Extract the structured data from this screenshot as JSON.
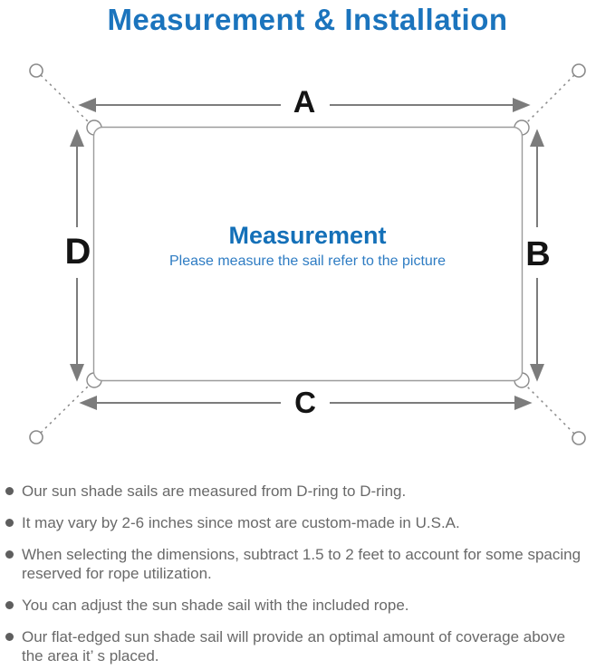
{
  "title": "Measurement & Installation",
  "colors": {
    "title_blue": "#1b74bd",
    "heading_blue": "#1470b8",
    "subtitle_blue": "#2e7cc3",
    "body_text_gray": "#696969",
    "arrow_gray": "#7c7c7c",
    "outline_gray": "#9b9b9b"
  },
  "diagram": {
    "labels": {
      "top": "A",
      "right": "B",
      "bottom": "C",
      "left": "D"
    },
    "heading": "Measurement",
    "subtitle": "Please measure the sail refer to the picture"
  },
  "bullets": [
    {
      "line1": "Our sun shade sails are measured from D-ring to D-ring.",
      "line2": ""
    },
    {
      "line1": "It may vary by 2-6 inches since most are custom-made in U.S.A.",
      "line2": ""
    },
    {
      "line1": "When selecting the dimensions, subtract 1.5 to 2 feet to account for some spacing",
      "line2": "reserved for rope utilization."
    },
    {
      "line1": "You can adjust the sun shade sail with the included rope.",
      "line2": ""
    },
    {
      "line1": "Our flat-edged sun shade sail will provide an optimal amount of coverage above",
      "line2": "the area it’ s placed."
    }
  ]
}
